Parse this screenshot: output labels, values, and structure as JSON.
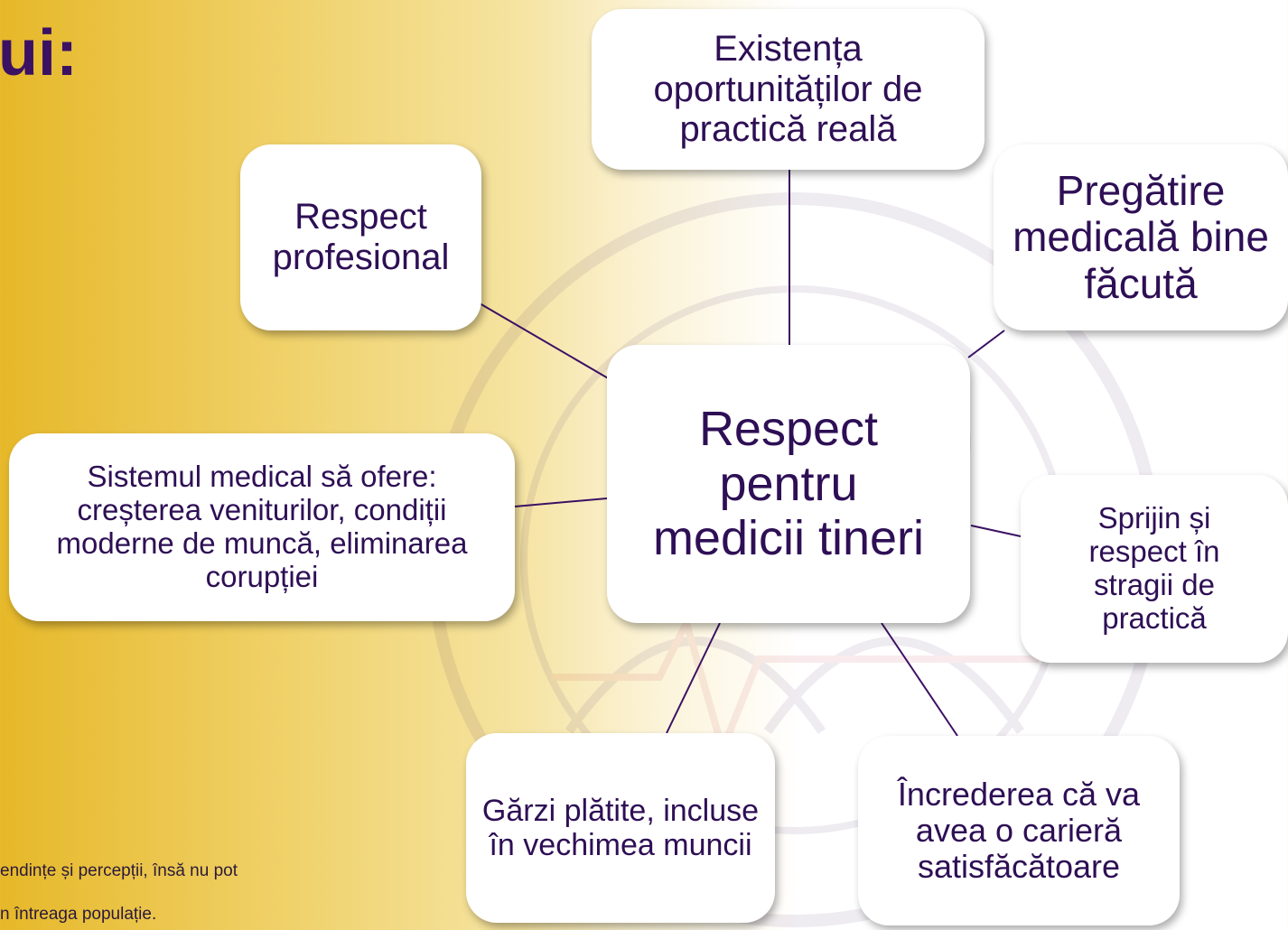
{
  "slide": {
    "title_fragment": "ui:",
    "footnote_line1": "endințe și percepții, însă nu pot",
    "footnote_line2": "n întreaga populație."
  },
  "diagram": {
    "center": "Respect pentru medicii tineri",
    "nodes": [
      {
        "id": "top",
        "text": "Existența oportunităților de practică reală"
      },
      {
        "id": "top-right",
        "text": "Pregătire medicală bine făcută"
      },
      {
        "id": "right",
        "text": "Sprijin și respect în stragii de practică"
      },
      {
        "id": "bottom-right",
        "text": "Încrederea că va avea o carieră satisfăcătoare"
      },
      {
        "id": "bottom-left",
        "text": "Gărzi plătite, incluse în vechimea muncii"
      },
      {
        "id": "left",
        "text": "Sistemul medical să ofere: creșterea veniturilor, condiții moderne de muncă, eliminarea corupției"
      },
      {
        "id": "top-left",
        "text": "Respect profesional"
      }
    ]
  },
  "colors": {
    "text": "#2e0f55",
    "line": "#3b1163",
    "accent": "#e6b829"
  }
}
